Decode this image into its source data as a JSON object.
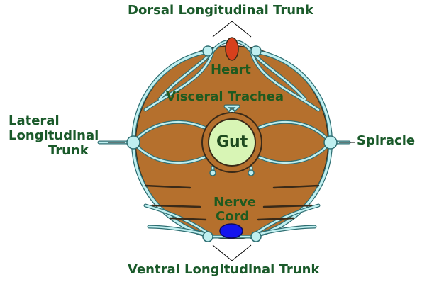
{
  "labels": {
    "dorsal_trunk": "Dorsal Longitudinal Trunk",
    "ventral_trunk": "Ventral Longitudinal Trunk",
    "spiracle": "Spiracle",
    "lateral_trunk_line1": "Lateral",
    "lateral_trunk_line2": "Longitudinal",
    "lateral_trunk_line3": "Trunk",
    "heart": "Heart",
    "visceral_trachea": "Visceral Trachea",
    "gut": "Gut",
    "nerve_cord_line1": "Nerve",
    "nerve_cord_line2": "Cord"
  },
  "colors": {
    "body": "#b5702d",
    "body_outline": "#3a2a18",
    "trachea": "#bfeff0",
    "trachea_outline": "#2e6e72",
    "heart": "#d8401c",
    "gut": "#d8f5b5",
    "nerve_cord": "#1414ee",
    "label_text": "#1a5a2a",
    "background": "#ffffff"
  }
}
